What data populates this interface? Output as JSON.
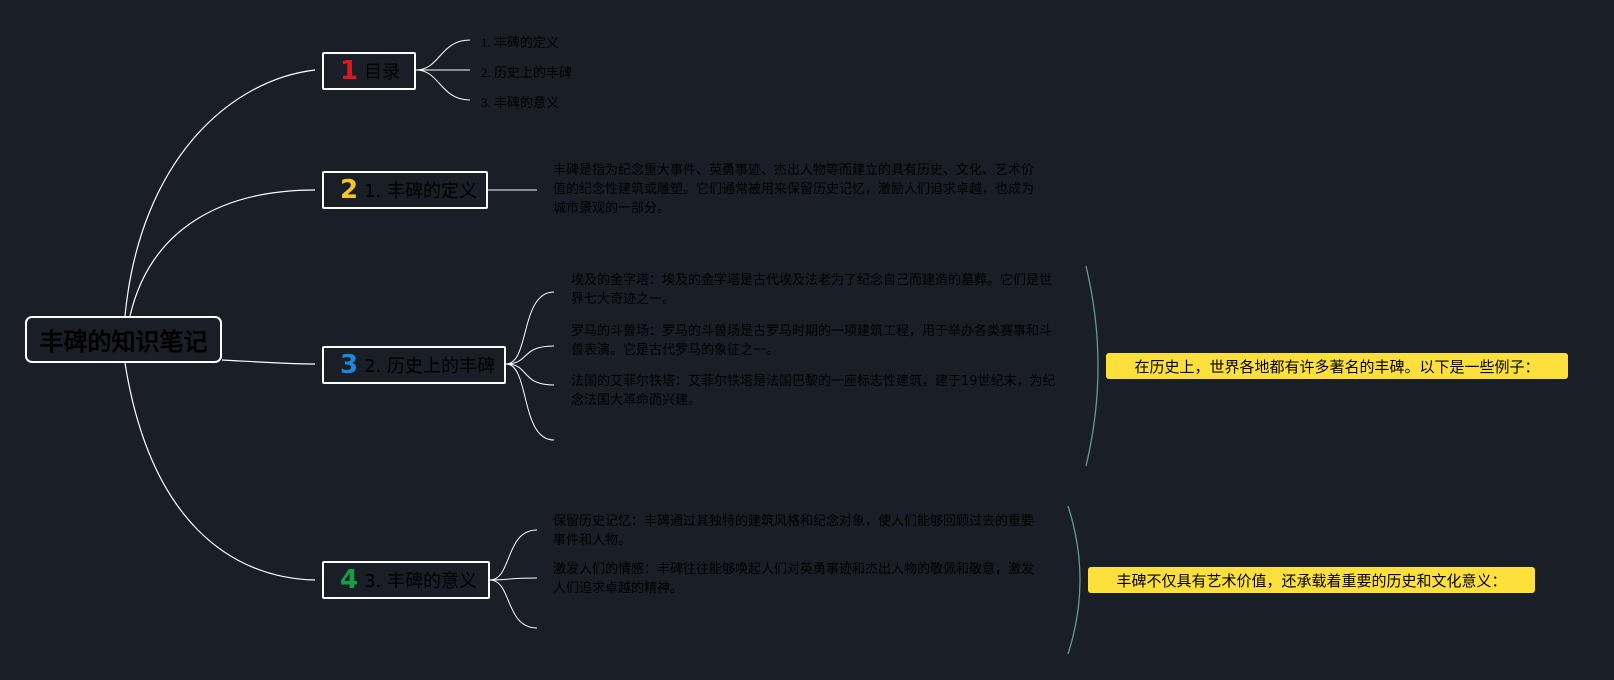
{
  "root": {
    "title": "丰碑的知识笔记"
  },
  "branches": [
    {
      "number": "1",
      "number_color": "#e3141b",
      "label": "目录"
    },
    {
      "number": "2",
      "number_color": "#f3c62f",
      "label": "1. 丰碑的定义"
    },
    {
      "number": "3",
      "number_color": "#1f86d8",
      "label": "2. 历史上的丰碑"
    },
    {
      "number": "4",
      "number_color": "#13a046",
      "label": "3. 丰碑的意义"
    }
  ],
  "toc_items": [
    "1. 丰碑的定义",
    "2. 历史上的丰碑",
    "3. 丰碑的意义"
  ],
  "definition": {
    "text": "丰碑是指为纪念重大事件、英勇事迹、杰出人物等而建立的具有历史、文化、艺术价值的纪念性建筑或雕塑。它们通常被用来保留历史记忆，激励人们追求卓越，也成为城市景观的一部分。"
  },
  "history": {
    "examples": [
      "埃及的金字塔：埃及的金字塔是古代埃及法老为了纪念自己而建造的墓葬。它们是世界七大奇迹之一。",
      "罗马的斗兽场：罗马的斗兽场是古罗马时期的一项建筑工程，用于举办各类赛事和斗兽表演。它是古代罗马的象征之一。",
      "法国的艾菲尔铁塔：艾菲尔铁塔是法国巴黎的一座标志性建筑，建于19世纪末，为纪念法国大革命而兴建。"
    ],
    "summary": "在历史上，世界各地都有许多著名的丰碑。以下是一些例子："
  },
  "significance": {
    "points": [
      "保留历史记忆：丰碑通过其独特的建筑风格和纪念对象，使人们能够回顾过去的重要事件和人物。",
      "激发人们的情感：丰碑往往能够唤起人们对英勇事迹和杰出人物的敬佩和敬意，激发人们追求卓越的精神。"
    ],
    "summary": "丰碑不仅具有艺术价值，还承载着重要的历史和文化意义："
  },
  "colors": {
    "background": "#1a1e26",
    "connector": "#ffffff",
    "bracket": "#5f9d8e",
    "callout": "#fde03c"
  }
}
